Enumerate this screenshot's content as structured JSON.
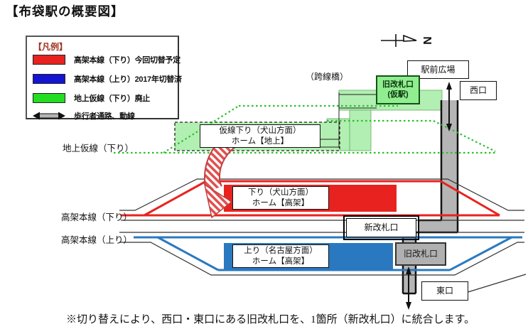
{
  "title": "【布袋駅の概要図】",
  "legend": {
    "title": "【凡例】",
    "items": [
      {
        "swatch": "red",
        "label": "高架本線（下り）今回切替予定"
      },
      {
        "swatch": "blue",
        "label": "高架本線（上り）2017年切替済"
      },
      {
        "swatch": "green",
        "label": "地上仮線（下り）廃止"
      },
      {
        "swatch": "arrow",
        "label": "歩行者通路、動線"
      }
    ]
  },
  "compass": {
    "label": "N"
  },
  "labels": {
    "overpass": "（跨線橋）",
    "ground_temp_line": "地上仮線（下り）",
    "elevated_down_line": "高架本線（下り）",
    "elevated_up_line": "高架本線（上り）",
    "station_plaza": "駅前広場",
    "west_exit": "西口",
    "east_exit": "東口",
    "old_gate_temp_line1": "旧改札口",
    "old_gate_temp_line2": "(仮駅)",
    "temp_platform_line1": "仮線下り（犬山方面）",
    "temp_platform_line2": "ホーム【地上】",
    "down_platform_line1": "下り（犬山方面）",
    "down_platform_line2": "ホーム【高架】",
    "up_platform_line1": "上り（名古屋方面）",
    "up_platform_line2": "ホーム【高架】",
    "new_gate": "新改札口",
    "old_gate": "旧改札口"
  },
  "footnote": "※切り替えにより、西口・東口にある旧改札口を、1箇所（新改札口）に統合します。",
  "colors": {
    "legend_red": "#e8231f",
    "legend_blue": "#1414d2",
    "legend_green": "#22dd22",
    "track_red": "#e8231f",
    "track_blue": "#2a79c0",
    "temp_green_dotted": "#2ebe2e",
    "light_green_fill": "#b2efb2",
    "corridor_gray": "#b5b5b5",
    "old_gate_green": "#90ee90",
    "old_gate_gray": "#b0b0b0",
    "legend_title_color": "#a03020"
  }
}
